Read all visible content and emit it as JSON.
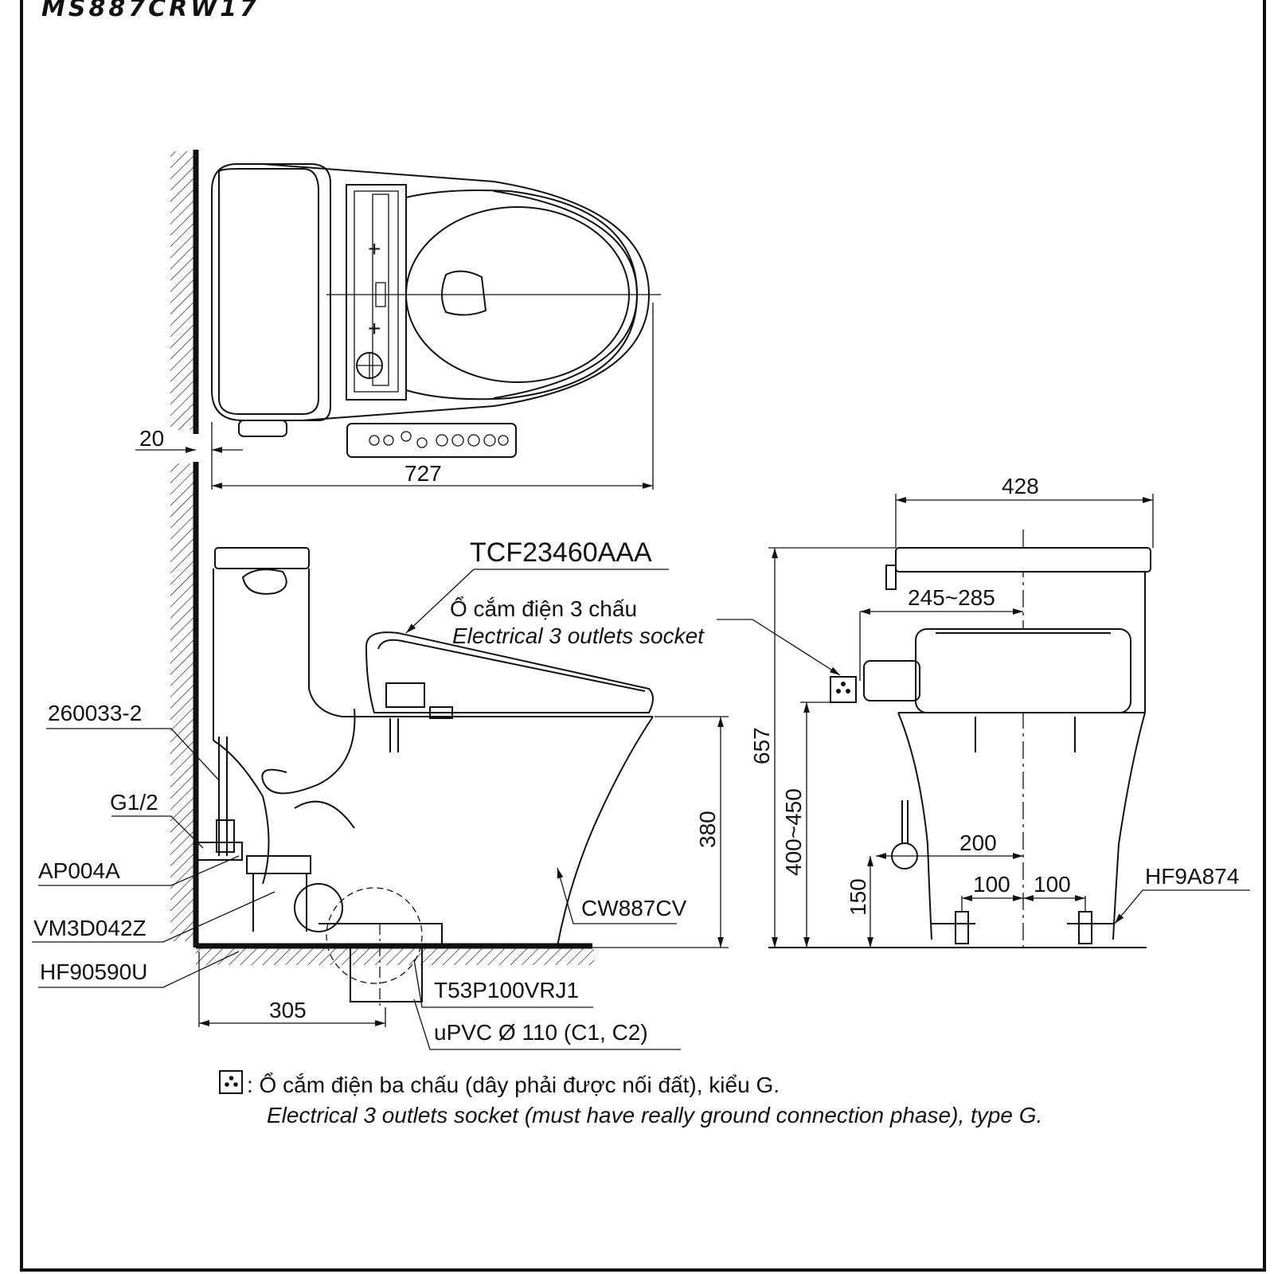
{
  "model_code": "MS887CRW17",
  "top_view": {
    "wall_gap": "20",
    "length": "727"
  },
  "side_view": {
    "seat_part": "TCF23460AAA",
    "socket_vi": "Ổ cắm điện 3 chấu",
    "socket_en": "Electrical 3 outlets socket",
    "parts": {
      "p260033": "260033-2",
      "g12": "G1/2",
      "ap004a": "AP004A",
      "vm3d042z": "VM3D042Z",
      "hf90590u": "HF90590U",
      "cw887cv": "CW887CV",
      "t53p": "T53P100VRJ1",
      "upvc": "uPVC Ø 110 (C1, C2)"
    },
    "dims": {
      "seat_height": "380",
      "rough_in": "305"
    }
  },
  "front_view": {
    "dims": {
      "width": "428",
      "socket_offset": "245~285",
      "height": "657",
      "socket_height": "400~450",
      "supply_offset": "200",
      "supply_height": "150",
      "bolt_left": "100",
      "bolt_right": "100"
    },
    "part_hf9a874": "HF9A874"
  },
  "note": {
    "icon": "socket-icon",
    "vi": ": Ổ cắm điện ba chấu (dây phải được nối đất), kiểu G.",
    "en": "Electrical 3 outlets socket (must have really ground connection phase), type G."
  }
}
